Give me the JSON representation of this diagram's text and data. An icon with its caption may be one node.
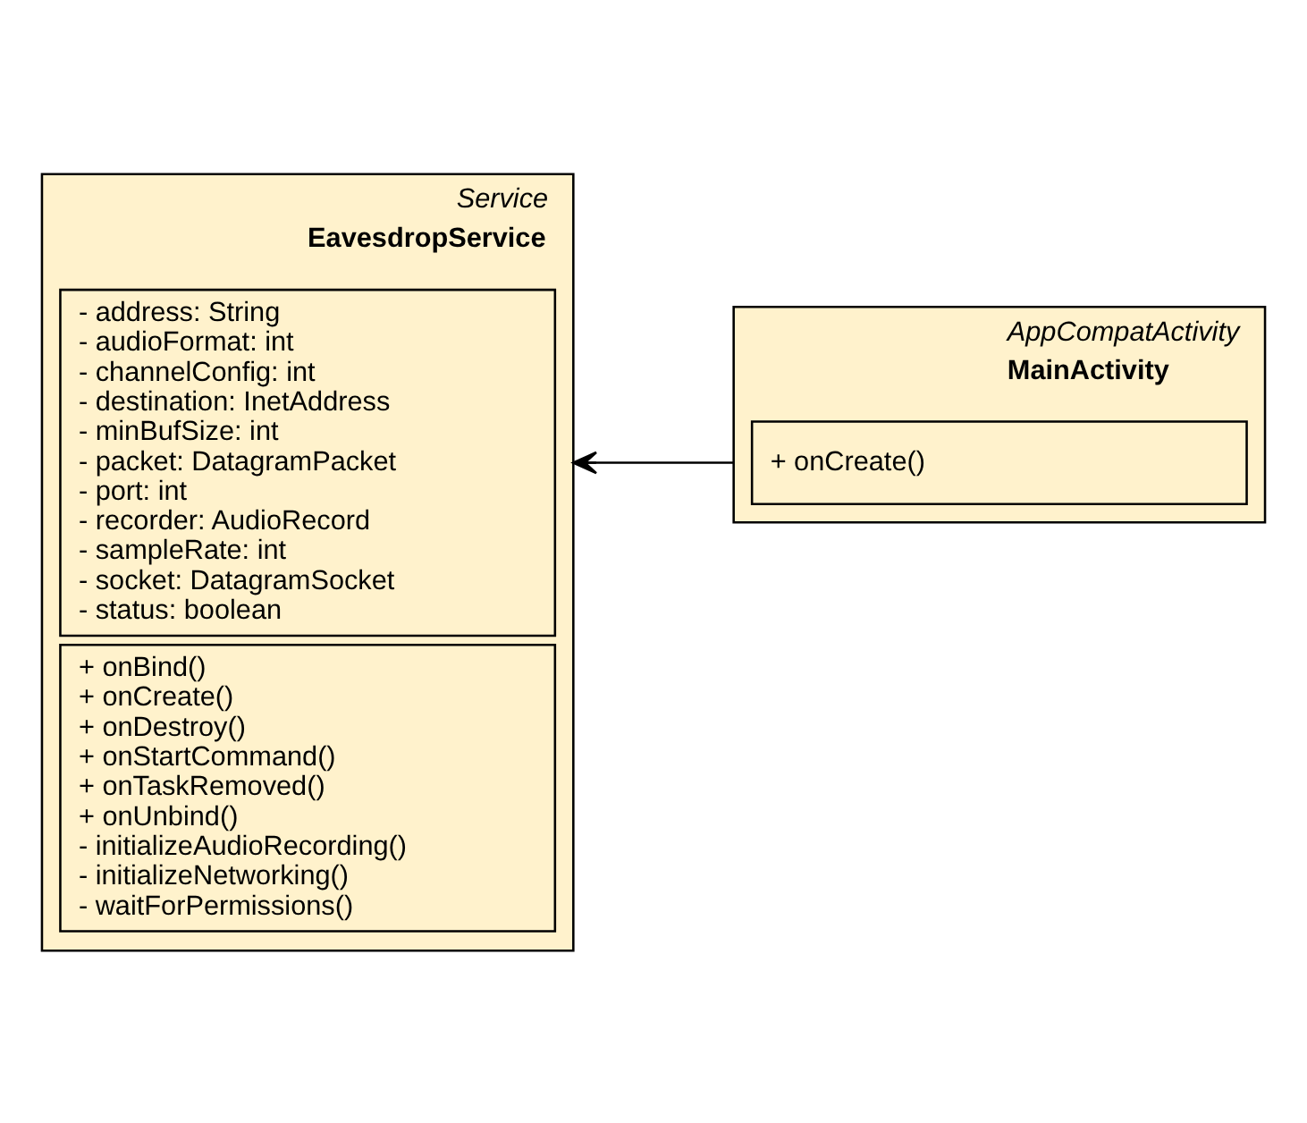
{
  "diagram": {
    "nodes": [
      {
        "text": [
          "Service",
          "EavesdropService"
        ]
      },
      {
        "text": [
          "- address: String",
          "- audioFormat: int",
          "- channelConfig: int",
          "- destination: InetAddress",
          "- minBufSize: int",
          "- packet: DatagramPacket",
          "- port: int",
          "- recorder: AudioRecord",
          "- sampleRate: int",
          "- socket: DatagramSocket",
          "- status: boolean"
        ],
        "in": 0
      },
      {
        "text": [
          "+ onBind()",
          "+ onCreate()",
          "+ onDestroy()",
          "+ onStartCommand()",
          "+ onTaskRemoved()",
          "+ onUnbind()",
          "- initializeAudioRecording()",
          "- initializeNetworking()",
          "- waitForPermissions()"
        ],
        "in": 0
      },
      {
        "text": [
          "AppCompatActivity",
          "MainActivity"
        ]
      },
      {
        "text": [
          "+ onCreate()"
        ],
        "in": 3
      }
    ],
    "edges": [
      {
        "from": 3,
        "to": 0,
        "arrow": "to"
      }
    ]
  }
}
